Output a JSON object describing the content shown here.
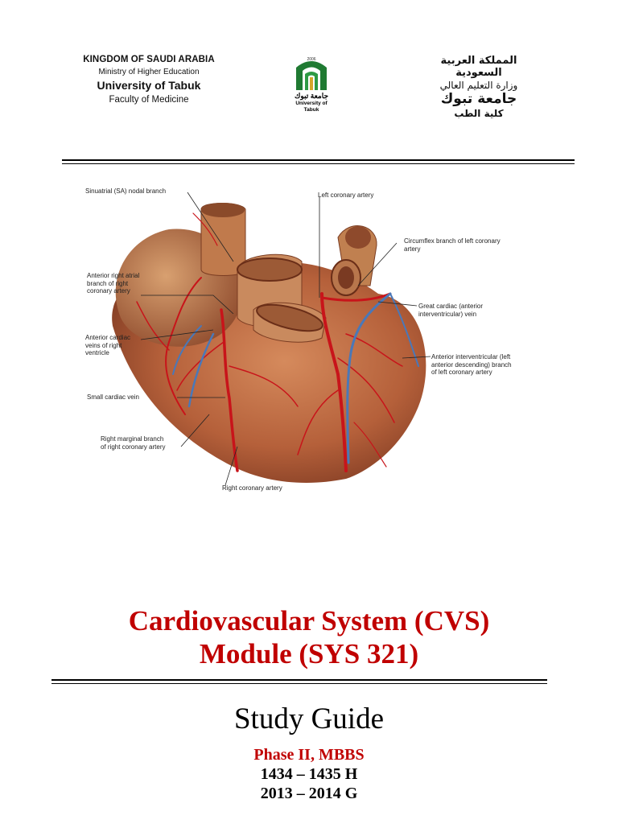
{
  "header": {
    "english": {
      "line1": "KINGDOM OF SAUDI ARABIA",
      "line2": "Ministry of Higher Education",
      "line3": "University of Tabuk",
      "line4": "Faculty of Medicine"
    },
    "logo": {
      "year": "2006",
      "arabic_name": "جامعة تبوك",
      "english_name": "University of Tabuk"
    },
    "arabic": {
      "line1": "المملكة العربية السعودية",
      "line2": "وزارة التعليم العالي",
      "line3": "جامعة تبوك",
      "line4": "كلية الطب"
    }
  },
  "figure": {
    "labels": {
      "sa_nodal": "Sinuatrial (SA) nodal branch",
      "left_coronary": "Left coronary artery",
      "circumflex": "Circumflex branch of left coronary\nartery",
      "anterior_right_atrial": "Anterior right atrial\nbranch of right\ncoronary artery",
      "great_cardiac": "Great cardiac (anterior\ninterventricular) vein",
      "anterior_cardiac_veins": "Anterior cardiac\nveins of right\nventricle",
      "anterior_interventricular": "Anterior interventricular (left\nanterior descending) branch\nof left coronary artery",
      "small_cardiac_vein": "Small cardiac vein",
      "right_marginal": "Right marginal branch\nof right coronary artery",
      "right_coronary": "Right coronary artery"
    },
    "colors": {
      "muscle": "#b8613a",
      "artery": "#c8141a",
      "vein": "#4a78b8"
    }
  },
  "title": {
    "line1": "Cardiovascular System (CVS)",
    "line2": "Module (SYS 321)",
    "color": "#c00000"
  },
  "subtitle": "Study Guide",
  "meta": {
    "phase": "Phase II, MBBS",
    "hijri": "1434 – 1435 H",
    "gregorian": "2013 – 2014 G"
  }
}
